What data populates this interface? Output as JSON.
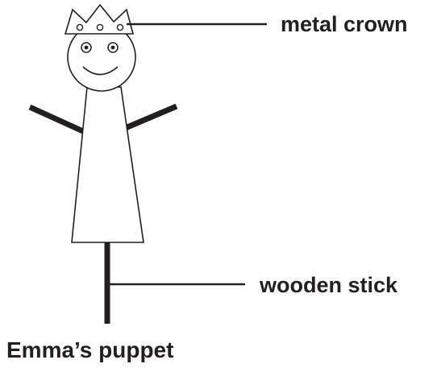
{
  "diagram": {
    "title": "Emma’s puppet",
    "labels": {
      "crown": "metal crown",
      "stick": "wooden stick"
    },
    "colors": {
      "line": "#231f20",
      "background": "#ffffff"
    }
  }
}
